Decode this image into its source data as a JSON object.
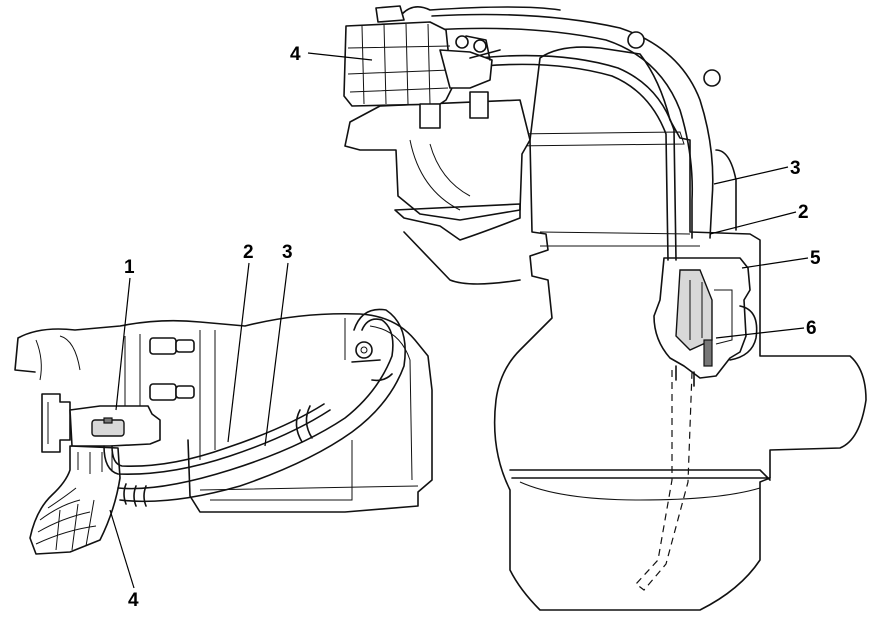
{
  "callouts": {
    "left_1": "1",
    "left_2": "2",
    "left_3": "3",
    "left_4": "4",
    "right_4": "4",
    "right_3": "3",
    "right_2": "2",
    "right_5": "5",
    "right_6": "6"
  },
  "colors": {
    "ink": "#111111",
    "background": "#ffffff",
    "shade": "#d8d8d8"
  }
}
